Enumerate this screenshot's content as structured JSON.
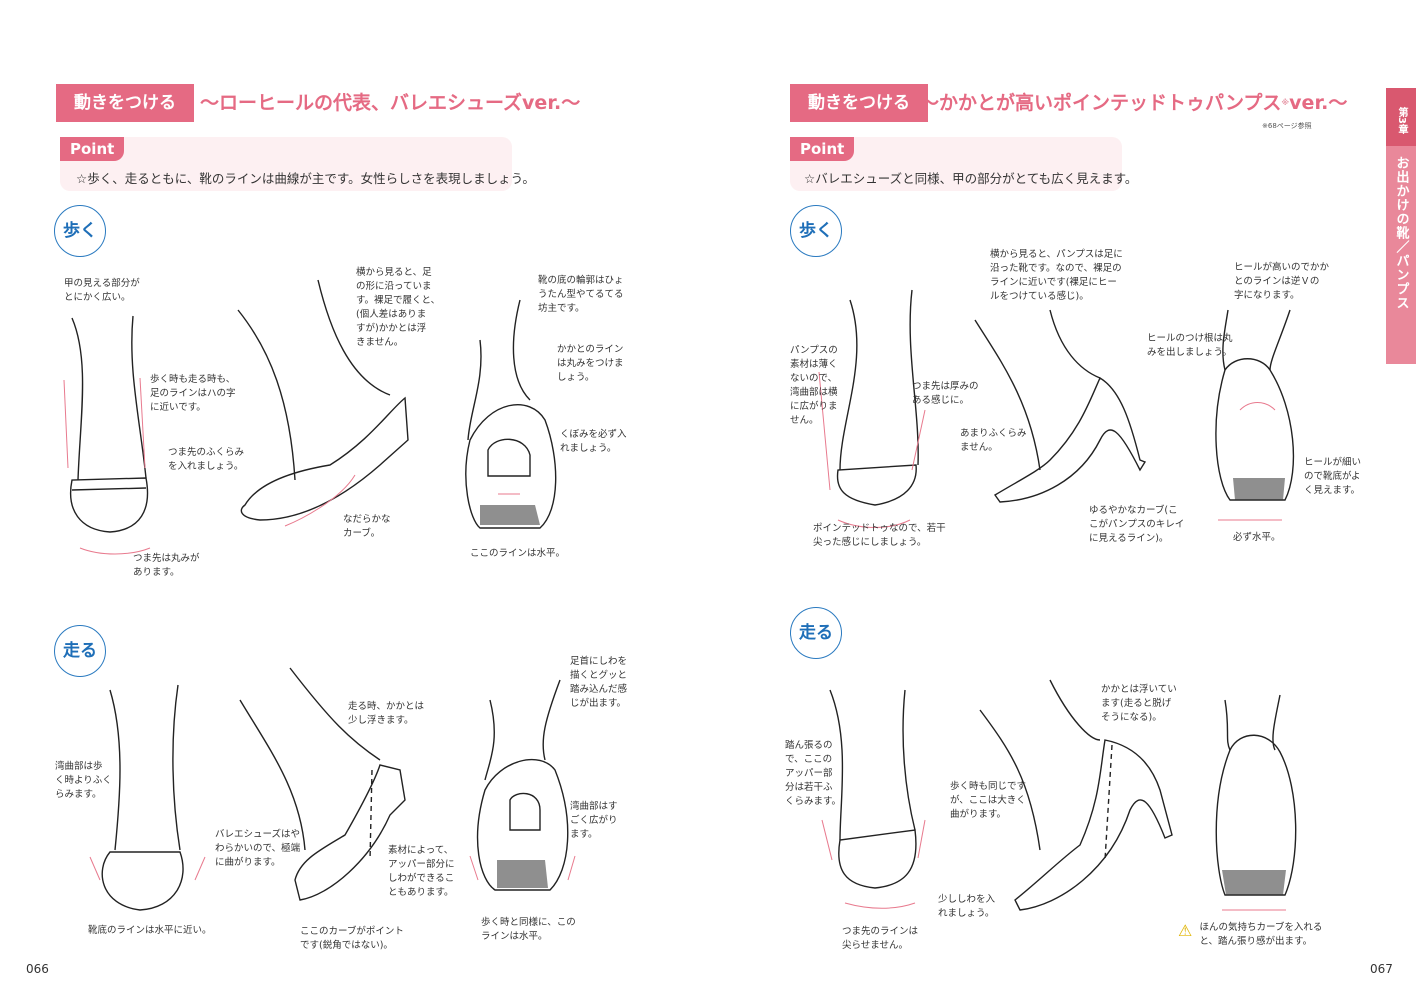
{
  "left_page": {
    "heading_label": "動きをつける",
    "heading_subtitle": "～ローヒールの代表、バレエシューズver.～",
    "point": {
      "tag": "Point",
      "text": "☆歩く、走るともに、靴のラインは曲線が主です。女性らしさを表現しましょう。"
    },
    "walk": {
      "badge": "歩く",
      "notes": [
        "甲の見える部分が\nとにかく広い。",
        "歩く時も走る時も、\n足のラインはハの字\nに近いです。",
        "つま先のふくらみ\nを入れましょう。",
        "つま先は丸みが\nあります。",
        "横から見ると、足\nの形に沿っていま\nす。裸足で履くと、\n(個人差はありま\nすが)かかとは浮\nきません。",
        "なだらかな\nカーブ。",
        "靴の底の輪郭はひょ\nうたん型やてるてる\n坊主です。",
        "かかとのライン\nは丸みをつけま\nしょう。",
        "くぼみを必ず入\nれましょう。",
        "ここのラインは水平。"
      ]
    },
    "run": {
      "badge": "走る",
      "notes": [
        "湾曲部は歩\nく時よりふく\nらみます。",
        "靴底のラインは水平に近い。",
        "走る時、かかとは\n少し浮きます。",
        "バレエシューズはや\nわらかいので、極端\nに曲がります。",
        "素材によって、\nアッパー部分に\nしわができるこ\nともあります。",
        "ここのカーブがポイント\nです(鋭角ではない)。",
        "足首にしわを\n描くとグッと\n踏み込んだ感\nじが出ます。",
        "湾曲部はす\nごく広がり\nます。",
        "歩く時と同様に、この\nラインは水平。"
      ]
    },
    "page_number": "066"
  },
  "right_page": {
    "heading_label": "動きをつける",
    "heading_subtitle": "～かかとが高いポインテッドトゥパンプス",
    "heading_mark": "※",
    "heading_suffix": "ver.～",
    "reference_note": "※68ページ参照",
    "point": {
      "tag": "Point",
      "text": "☆バレエシューズと同様、甲の部分がとても広く見えます。"
    },
    "walk": {
      "badge": "歩く",
      "notes": [
        "パンプスの\n素材は薄く\nないので、\n湾曲部は横\nに広がりま\nせん。",
        "つま先は厚みの\nある感じに。",
        "ポインテッドトゥなので、若干\n尖った感じにしましょう。",
        "横から見ると、パンプスは足に\n沿った靴です。なので、裸足の\nラインに近いです(裸足にヒー\nルをつけている感じ)。",
        "あまりふくらみ\nません。",
        "ゆるやかなカーブ(こ\nこがパンプスのキレイ\nに見えるライン)。",
        "ヒールが高いのでかか\nとのラインは逆Ｖの\n字になります。",
        "ヒールのつけ根は丸\nみを出しましょう。",
        "ヒールが細い\nので靴底がよ\nく見えます。",
        "必ず水平。"
      ]
    },
    "run": {
      "badge": "走る",
      "notes": [
        "踏ん張るの\nで、ここの\nアッパー部\n分は若干ふ\nくらみます。",
        "少ししわを入\nれましょう。",
        "つま先のラインは\n尖らせません。",
        "歩く時も同じです\nが、ここは大きく\n曲がります。",
        "かかとは浮いてい\nます(走ると脱げ\nそうになる)。",
        "ほんの気持ちカーブを入れる\nと、踏ん張り感が出ます。"
      ],
      "warning_icon": "⚠"
    },
    "page_number": "067"
  },
  "side_tab": {
    "chapter": "第3章",
    "title": "お出かけの靴／パンプス"
  },
  "colors": {
    "accent_pink": "#e56a83",
    "point_bg": "#fdf0f2",
    "badge_blue": "#1f6fb8",
    "arrow_pink": "#e87a8e"
  }
}
